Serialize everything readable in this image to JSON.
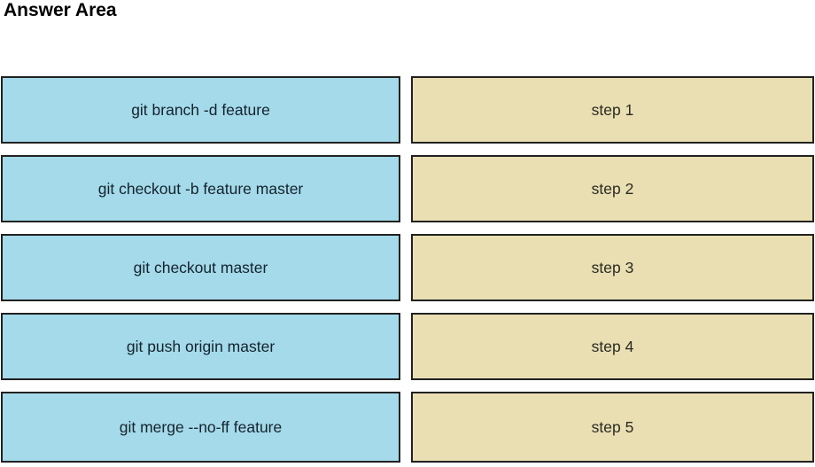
{
  "title": "Answer Area",
  "colors": {
    "command_fill": "#a4dae9",
    "step_fill": "#e9dfb3",
    "box_border": "#212121",
    "command_text": "#15232e",
    "step_text": "#2b2a22",
    "page_bg": "#ffffff",
    "title_color": "#000000"
  },
  "rows": [
    {
      "command": "git branch -d feature",
      "step": "step 1"
    },
    {
      "command": "git checkout -b feature master",
      "step": "step 2"
    },
    {
      "command": "git checkout master",
      "step": "step 3"
    },
    {
      "command": "git push origin master",
      "step": "step 4"
    },
    {
      "command": "git merge --no-ff feature",
      "step": "step 5"
    }
  ]
}
